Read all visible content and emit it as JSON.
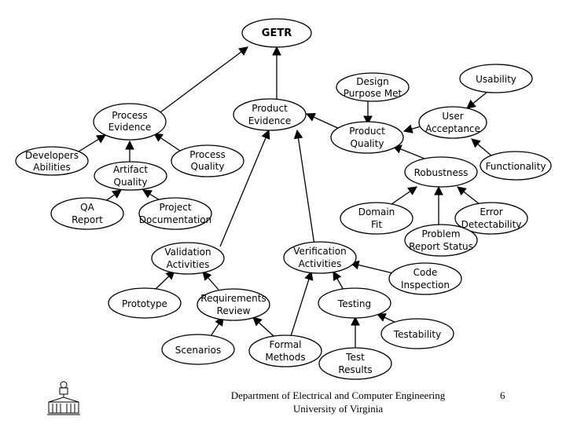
{
  "nodes": {
    "getr": [
      "GETR"
    ],
    "process_evidence": [
      "Process",
      "Evidence"
    ],
    "product_evidence": [
      "Product",
      "Evidence"
    ],
    "design_purpose": [
      "Design",
      "Purpose Met"
    ],
    "usability": [
      "Usability"
    ],
    "product_quality": [
      "Product",
      "Quality"
    ],
    "user_acceptance": [
      "User",
      "Acceptance"
    ],
    "developers_abilities": [
      "Developers",
      "Abilities"
    ],
    "artifact_quality": [
      "Artifact",
      "Quality"
    ],
    "process_quality": [
      "Process",
      "Quality"
    ],
    "robustness": [
      "Robustness"
    ],
    "functionality": [
      "Functionality"
    ],
    "qa_report": [
      "QA",
      "Report"
    ],
    "project_documentation": [
      "Project",
      "Documentation"
    ],
    "domain_fit": [
      "Domain",
      "Fit"
    ],
    "error_detectability": [
      "Error",
      "Detectability"
    ],
    "problem_report_status": [
      "Problem",
      "Report Status"
    ],
    "validation_activities": [
      "Validation",
      "Activities"
    ],
    "verification_activities": [
      "Verification",
      "Activities"
    ],
    "code_inspection": [
      "Code",
      "Inspection"
    ],
    "prototype": [
      "Prototype"
    ],
    "requirements_review": [
      "Requirements",
      "Review"
    ],
    "testing": [
      "Testing"
    ],
    "testability": [
      "Testability"
    ],
    "scenarios": [
      "Scenarios"
    ],
    "formal_methods": [
      "Formal",
      "Methods"
    ],
    "test_results": [
      "Test",
      "Results"
    ]
  },
  "footer": {
    "department": "Department of Electrical and Computer Engineering",
    "university": "University of Virginia",
    "page_number": "6"
  }
}
